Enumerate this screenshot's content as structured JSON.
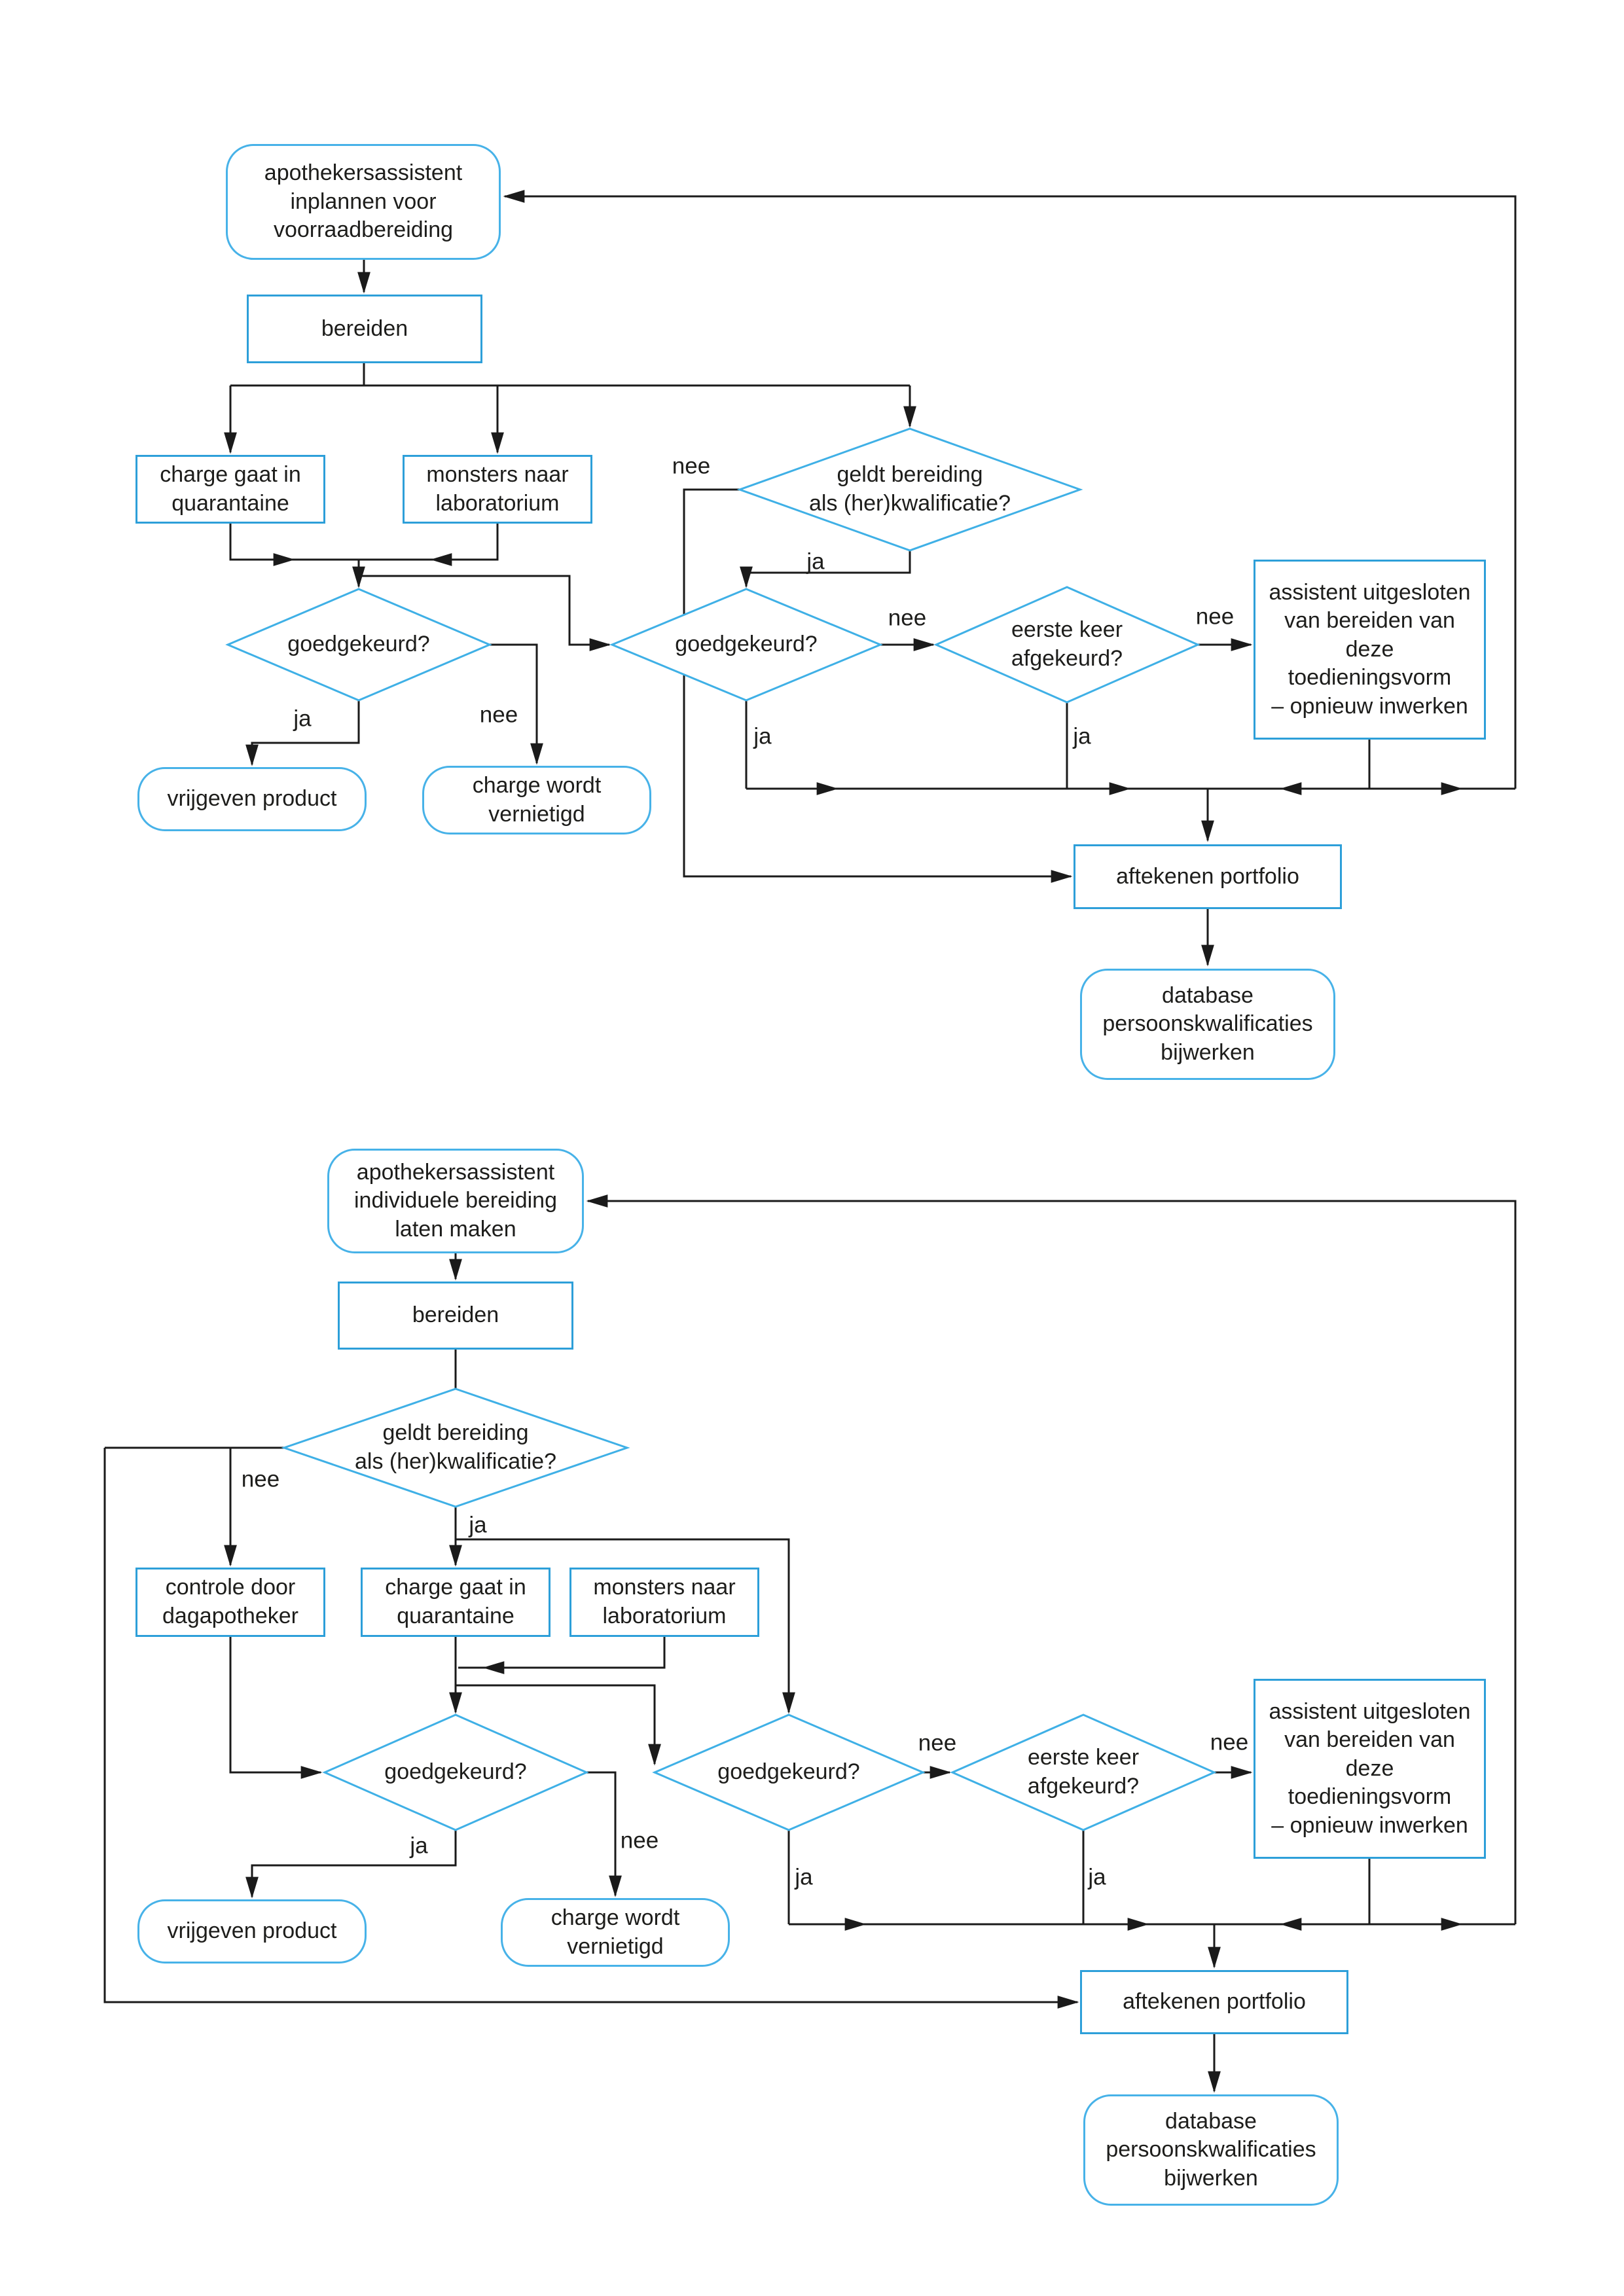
{
  "colors": {
    "node_border_rect": "#2d9fd9",
    "node_border_rounded": "#47b2e8",
    "diamond_border": "#3fb0e6",
    "connector": "#1a1a1a",
    "text": "#1d1d1b",
    "background": "#ffffff"
  },
  "labels": {
    "yes": "ja",
    "no": "nee"
  },
  "flowchart1": {
    "name": "voorraadbereiding",
    "nodes": {
      "start": "apothekersassistent\ninplannen voor\nvoorraadbereiding",
      "bereiden": "bereiden",
      "quarantaine": "charge gaat in\nquarantaine",
      "monsters": "monsters naar\nlaboratorium",
      "kwalificatie": "geldt bereiding\nals (her)kwalificatie?",
      "goedgekeurd_links": "goedgekeurd?",
      "goedgekeurd_rechts": "goedgekeurd?",
      "eerste_keer": "eerste keer\nafgekeurd?",
      "uitgesloten": "assistent uitgesloten\nvan bereiden van deze\ntoedieningsvorm\n– opnieuw inwerken",
      "vrijgeven": "vrijgeven product",
      "vernietigd": "charge wordt\nvernietigd",
      "portfolio": "aftekenen portfolio",
      "database": "database\npersoonskwalificaties\nbijwerken"
    }
  },
  "flowchart2": {
    "name": "individuele bereiding",
    "nodes": {
      "start": "apothekersassistent\nindividuele bereiding\nlaten maken",
      "bereiden": "bereiden",
      "kwalificatie": "geldt bereiding\nals (her)kwalificatie?",
      "controle": "controle door\ndagapotheker",
      "quarantaine": "charge gaat in\nquarantaine",
      "monsters": "monsters naar\nlaboratorium",
      "goedgekeurd_links": "goedgekeurd?",
      "goedgekeurd_rechts": "goedgekeurd?",
      "eerste_keer": "eerste keer\nafgekeurd?",
      "uitgesloten": "assistent uitgesloten\nvan bereiden van deze\ntoedieningsvorm\n– opnieuw inwerken",
      "vrijgeven": "vrijgeven product",
      "vernietigd": "charge wordt\nvernietigd",
      "portfolio": "aftekenen portfolio",
      "database": "database\npersoonskwalificaties\nbijwerken"
    }
  }
}
